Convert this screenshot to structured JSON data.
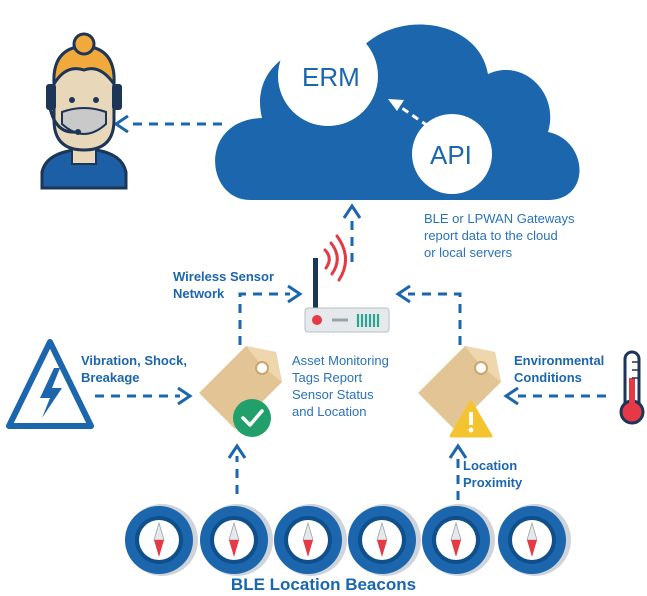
{
  "cloud": {
    "erm_label": "ERM",
    "api_label": "API"
  },
  "gateway_note": "BLE or LPWAN Gateways\nreport data to the cloud\nor local servers",
  "wireless_label": "Wireless Sensor\nNetwork",
  "vibration_label": "Vibration, Shock,\nBreakage",
  "asset_label": "Asset Monitoring\nTags Report\nSensor Status\nand Location",
  "environment_label": "Environmental\nConditions",
  "location_label": "Location\nProximity",
  "beacons_label": "BLE Location Beacons",
  "colors": {
    "primary_blue": "#1b66ad",
    "dark_navy": "#1d3557",
    "tag_tan": "#e3c595",
    "check_green": "#22a06b",
    "warning_yellow": "#f4c430",
    "alert_red": "#e63946"
  },
  "icons": [
    "cloud-icon",
    "person-icon",
    "router-icon",
    "signal-icon",
    "tag-icon",
    "check-icon",
    "warning-icon",
    "high-voltage-icon",
    "thermometer-icon",
    "compass-icon"
  ]
}
